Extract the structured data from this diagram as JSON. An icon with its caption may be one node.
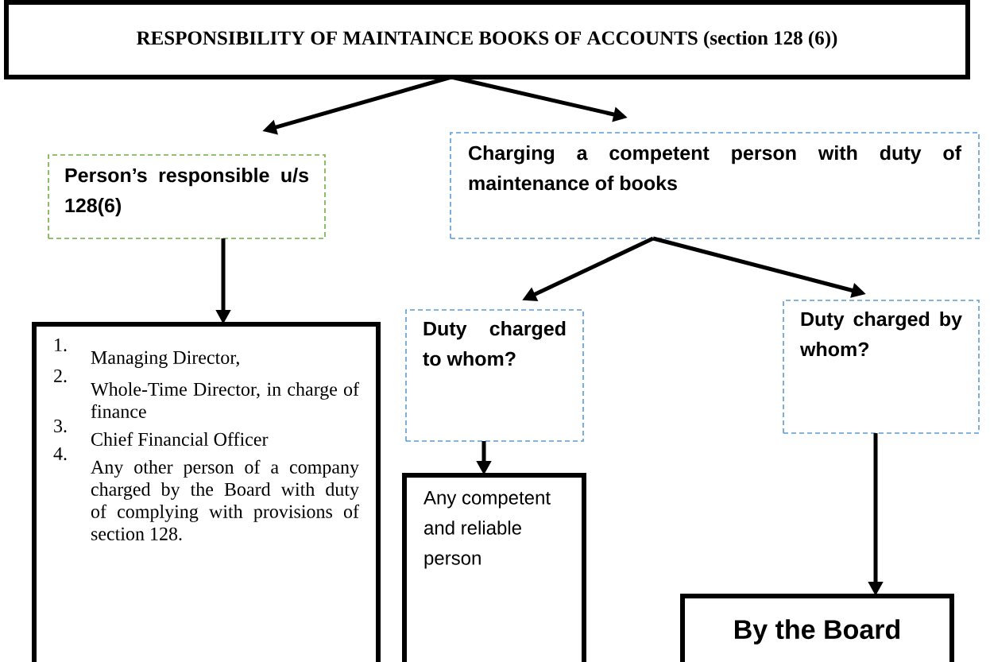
{
  "diagram": {
    "nodes": [
      {
        "text": [
          "RESPONSIBILITY OF MAINTAINCE BOOKS OF ACCOUNTS (section 128 (6))"
        ]
      },
      {
        "text": [
          "Person’s responsible u/s 128(6)"
        ]
      },
      {
        "text": [
          "Charging a competent person with duty of maintenance of books"
        ]
      },
      {
        "text": [
          "1.",
          "Managing Director,",
          "2.",
          "Whole-Time Director, in charge of finance",
          "3.",
          "Chief Financial Officer",
          "4.",
          "Any other person of a company charged by the Board with duty of complying with provisions of section 128."
        ]
      },
      {
        "text": [
          "Duty charged to whom?"
        ]
      },
      {
        "text": [
          "Duty charged by whom?"
        ]
      },
      {
        "text": [
          "Any competent and reliable person"
        ]
      },
      {
        "text": [
          "By the Board"
        ]
      }
    ],
    "edges": [
      {
        "from": 0,
        "to": 1,
        "arrow": "to"
      },
      {
        "from": 0,
        "to": 2,
        "arrow": "to"
      },
      {
        "from": 1,
        "to": 3,
        "arrow": "to"
      },
      {
        "from": 2,
        "to": 4,
        "arrow": "to"
      },
      {
        "from": 2,
        "to": 5,
        "arrow": "to"
      },
      {
        "from": 4,
        "to": 6,
        "arrow": "to"
      },
      {
        "from": 5,
        "to": 7,
        "arrow": "to"
      }
    ]
  }
}
